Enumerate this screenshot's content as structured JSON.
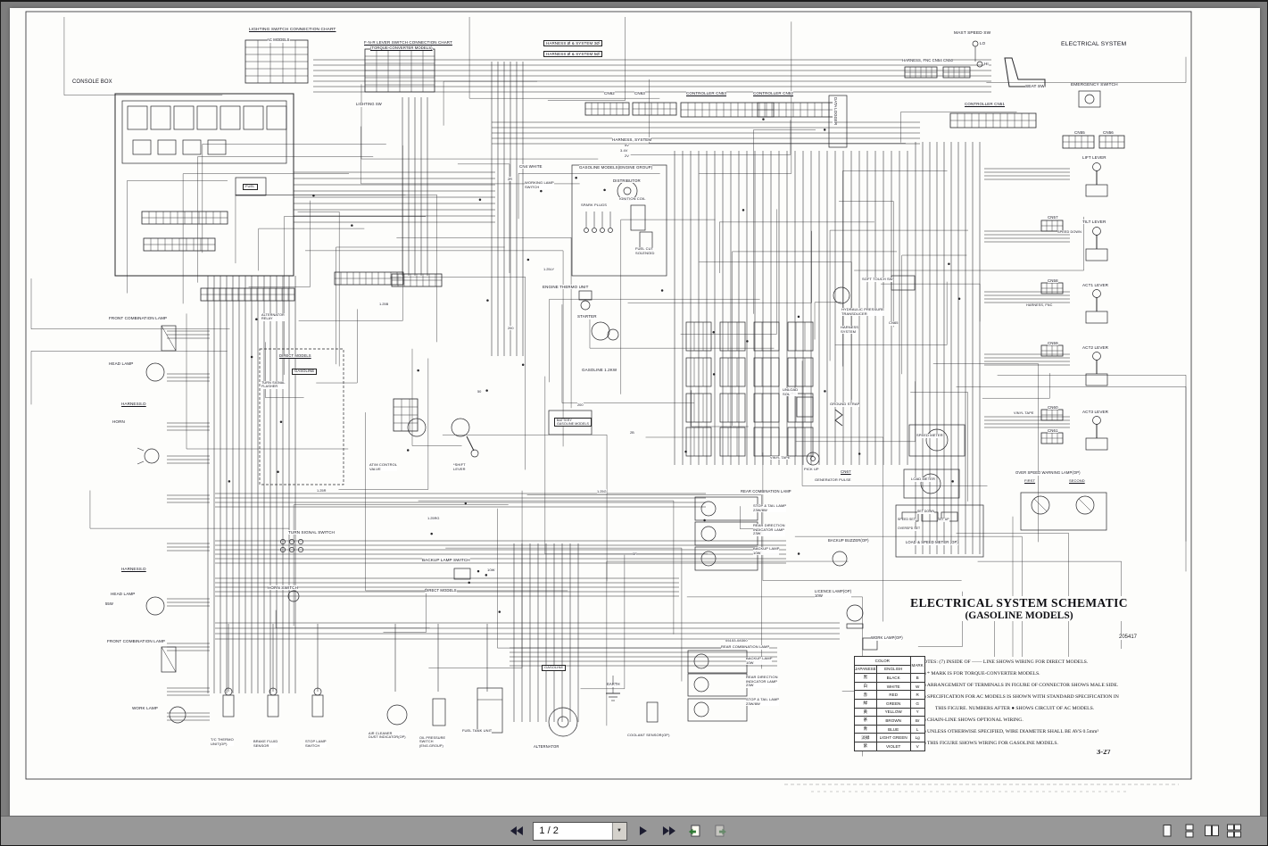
{
  "viewer": {
    "toolbar": {
      "page_value": "1 / 2",
      "icons": [
        "first-page",
        "page-select",
        "next-page",
        "last-page",
        "previous-view",
        "next-view",
        "single-page-view",
        "continuous-view",
        "facing-view",
        "continuous-facing-view"
      ]
    }
  },
  "schematic": {
    "title_block": {
      "title": "ELECTRICAL SYSTEM SCHEMATIC",
      "subtitle": "(GASOLINE MODELS)",
      "figure_number": "205417",
      "page_number": "3-27"
    },
    "notes": [
      "NOTES:  (7) INSIDE OF ―― LINE SHOWS WIRING FOR DIRECT MODELS.",
      "(6) * MARK IS FOR TORQUE-CONVERTER MODELS.",
      "(5) ARRANGEMENT OF TERMINALS IN FIGURE OF CONNECTOR SHOWS MALE SIDE.",
      "(4) SPECIFICATION FOR AC MODELS IS SHOWN WITH STANDARD SPECIFICATION IN",
      "THIS FIGURE. NUMBERS AFTER ● SHOWS CIRCUIT OF AC MODELS.",
      "(3) CHAIN-LINE SHOWS OPTIONAL WIRING.",
      "(2) UNLESS OTHERWISE SPECIFIED, WIRE DIAMETER SHALL BE AVS 0.5mm²",
      "(1) THIS FIGURE SHOWS WIRING FOR GASOLINE MODELS."
    ],
    "color_table": {
      "header": "COLOR",
      "mark_header": "MARK",
      "columns": [
        "JAPANESE",
        "ENGLISH"
      ],
      "rows": [
        [
          "黒",
          "BLACK",
          "B"
        ],
        [
          "白",
          "WHITE",
          "W"
        ],
        [
          "赤",
          "RED",
          "R"
        ],
        [
          "緑",
          "GREEN",
          "G"
        ],
        [
          "黄",
          "YELLOW",
          "Y"
        ],
        [
          "茶",
          "BROWN",
          "Br"
        ],
        [
          "青",
          "BLUE",
          "L"
        ],
        [
          "淡緑",
          "LIGHT GREEN",
          "Lg"
        ],
        [
          "紫",
          "VIOLET",
          "V"
        ]
      ]
    },
    "labels": {
      "lighting-chart-title": "LIGHTING SWITCH CONNECTION CHART",
      "ac-models": "AC MODELS",
      "console-box": "CONSOLE BOX",
      "fnr-chart-title": "F·N·R LEVER SWITCH CONNECTION CHART",
      "fnr-chart-sub": "(TORQUE-CONVERTER MODELS)",
      "harness-3phase": "HARNESS Ø & SYSTEM   3Ø",
      "harness-5phase": "HARNESS Ø & SYSTEM   5Ø",
      "mast-speed-sw": "MAST SPEED SW",
      "mast-lo": "LO",
      "mast-hi": "HI",
      "electrical-system": "ELECTRICAL SYSTEM",
      "seat-sw": "SEAT SW",
      "emergency-switch": "EMERGENCY SWITCH",
      "harness-fnc-top": "HARNESS, FNC  CN54  CN50",
      "cn62": "CN62",
      "cn63": "CN63",
      "controller-cn53": "CONTROLLER CN53",
      "controller-cn52": "CONTROLLER CN52",
      "data-logger": "DATA LOGGER",
      "controller-cn51": "CONTROLLER CN51",
      "cn55": "CN55",
      "cn56": "CN56",
      "harness-system-top": "HARNESS, SYSTEM",
      "volt-5v": "5V",
      "volt-34v": "3.4V",
      "volt-2v": "2V",
      "cn4-white": "CN4 WHITE",
      "gasoline-engine-group": "GASOLINE MODELS(ENGINE GROUP)",
      "lighting-sw": "LIGHTING SW",
      "distributor": "DISTRIBUTOR",
      "ignition-coil": "IGNITION COIL",
      "spark-plugs": "SPARK PLUGS",
      "working-lamp-switch": "WORKING LAMP\nSWITCH",
      "fuel-cut-solenoid": "FUEL CUT\nSOLENOID",
      "fuel-gauge": "FUEL",
      "lift-lever": "LIFT LEVER",
      "cn57": "CN57",
      "tilt-lever": "TILT LEVER",
      "speed-down": "SPEED DOWN",
      "cn58": "CN58",
      "act1-lever": "ACT1 LEVER",
      "harness-fnc-right": "HARNESS, FNC",
      "cn59": "CN59",
      "act2-lever": "ACT2 LEVER",
      "cn60": "CN60",
      "act3-lever": "ACT3 LEVER",
      "cn61": "CN61",
      "vinyl-tape-right": "VINYL TAPE",
      "engine-thermo-unit": "ENGINE THERMO UNIT",
      "starter": "STARTER",
      "gasoline-starter": "GASOLINE 1.2KW",
      "alternator-relay": "ALTERNATOR\nRELAY",
      "direct-models": "DIRECT MODELS",
      "gasoline-direct": "GASOLINE",
      "turn-signal-flasher": "TURN SIGNAL\nFLASHER",
      "front-combination-lamp-top": "FRONT COMBINATION LAMP",
      "head-lamp-top": "HEAD LAMP",
      "harness-d-top": "HARNESS.D",
      "horn": "HORN",
      "hydraulic-pressure-transducer": "HYDRAULIC PRESSURE\nTRANSDUCER",
      "harness-system-mid": "HARNESS\nSYSTEM",
      "cn65": "CN65",
      "soft-touch-sw": "SOFT TOUCH SW",
      "ground-strap": "GROUND STRAP",
      "speed-meter": "SPEED METER",
      "load-meter": "LOAD METER",
      "vinyl-tape-mid": "VINYL TAPE",
      "pick-up": "PICK UP",
      "cn67": "CN67",
      "generator-pulse": "GENERATOR PULSE",
      "unload-sol": "UNLOAD\nSOL",
      "battery": "BATTERY\nGASOLINE MODELS",
      "atm-control-valve": "AT/M CONTROL\nVALVE",
      "shift-lever": "*SHIFT\nLEVER",
      "rear-combination-lamp": "REAR COMBINATION LAMP",
      "stop-tail-lamp": "STOP & TAIL LAMP\n23W/8W",
      "rear-direction-lamp": "REAR DIRECTION\nINDICATOR LAMP\n23W",
      "backup-lamp": "BACKUP LAMP\n10W",
      "over-speed-warning": "OVER SPEED WARNING LAMP(OP)",
      "first-lamp": "FIRST",
      "second-lamp": "SECOND",
      "load-speed-meter-op": "LOAD & SPEED METER (OP)",
      "speed-set": "SPEED SET",
      "set-up": "SET UP",
      "set-down": "SET DOWN",
      "overspd-set": "OVERSPD SET",
      "backup-buzzer": "BACKUP BUZZER(OP)",
      "turn-signal-switch": "TURN SIGNAL SWITCH",
      "backup-lamp-switch": "BACKUP LAMP SWITCH",
      "backup-10w": "10W",
      "direct-models-2": "DIRECT MODELS",
      "horn-switch": "HORN SWITCH",
      "harness-d-bottom": "HARNESS.D",
      "head-lamp-bottom": "HEAD LAMP",
      "headlamp-55w": "55W",
      "front-combination-lamp-bottom": "FRONT COMBINATION LAMP",
      "licence-lamp": "LICENCE LAMP(OP)\n10W",
      "work-lamp-op": "WORK LAMP(OP)",
      "rear-part-no": "05153-08300",
      "rear-combination-lamp-2": "REAR COMBINATION LAMP",
      "backup-lamp-2": "BACKUP LAMP\n10W",
      "rear-direction-lamp-2": "REAR DIRECTION\nINDICATOR LAMP\n23W",
      "stop-tail-lamp-2": "STOP & TAIL LAMP\n23W/8W",
      "tc-thermo-unit": "T/C THERMO\nUNIT(OP)",
      "brake-fluid-sensor": "BRAKE FLUID\nSENSOR",
      "stop-lamp-switch": "STOP LAMP\nSWITCH",
      "air-cleaner": "AIR CLEANER\nDUST INDICATOR(OP)",
      "oil-pressure-switch": "OIL PRESSURE\nSWITCH\n(ENG.GROUP)",
      "fuel-tank-unit": "FUEL TANK UNIT",
      "alternator": "ALTERNATOR",
      "coolant-sensor": "COOLANT SENSOR(OP)",
      "earth": "EARTH",
      "gasoline-bottom": "GASOLINE",
      "work-lamp-left": "WORK LAMP"
    },
    "wire_labels": [
      "1.25LY",
      "1.25R",
      "1.25B",
      "200",
      "200",
      "50",
      "2B",
      "2R",
      "1.25G",
      "1.25RG",
      "5R"
    ]
  }
}
